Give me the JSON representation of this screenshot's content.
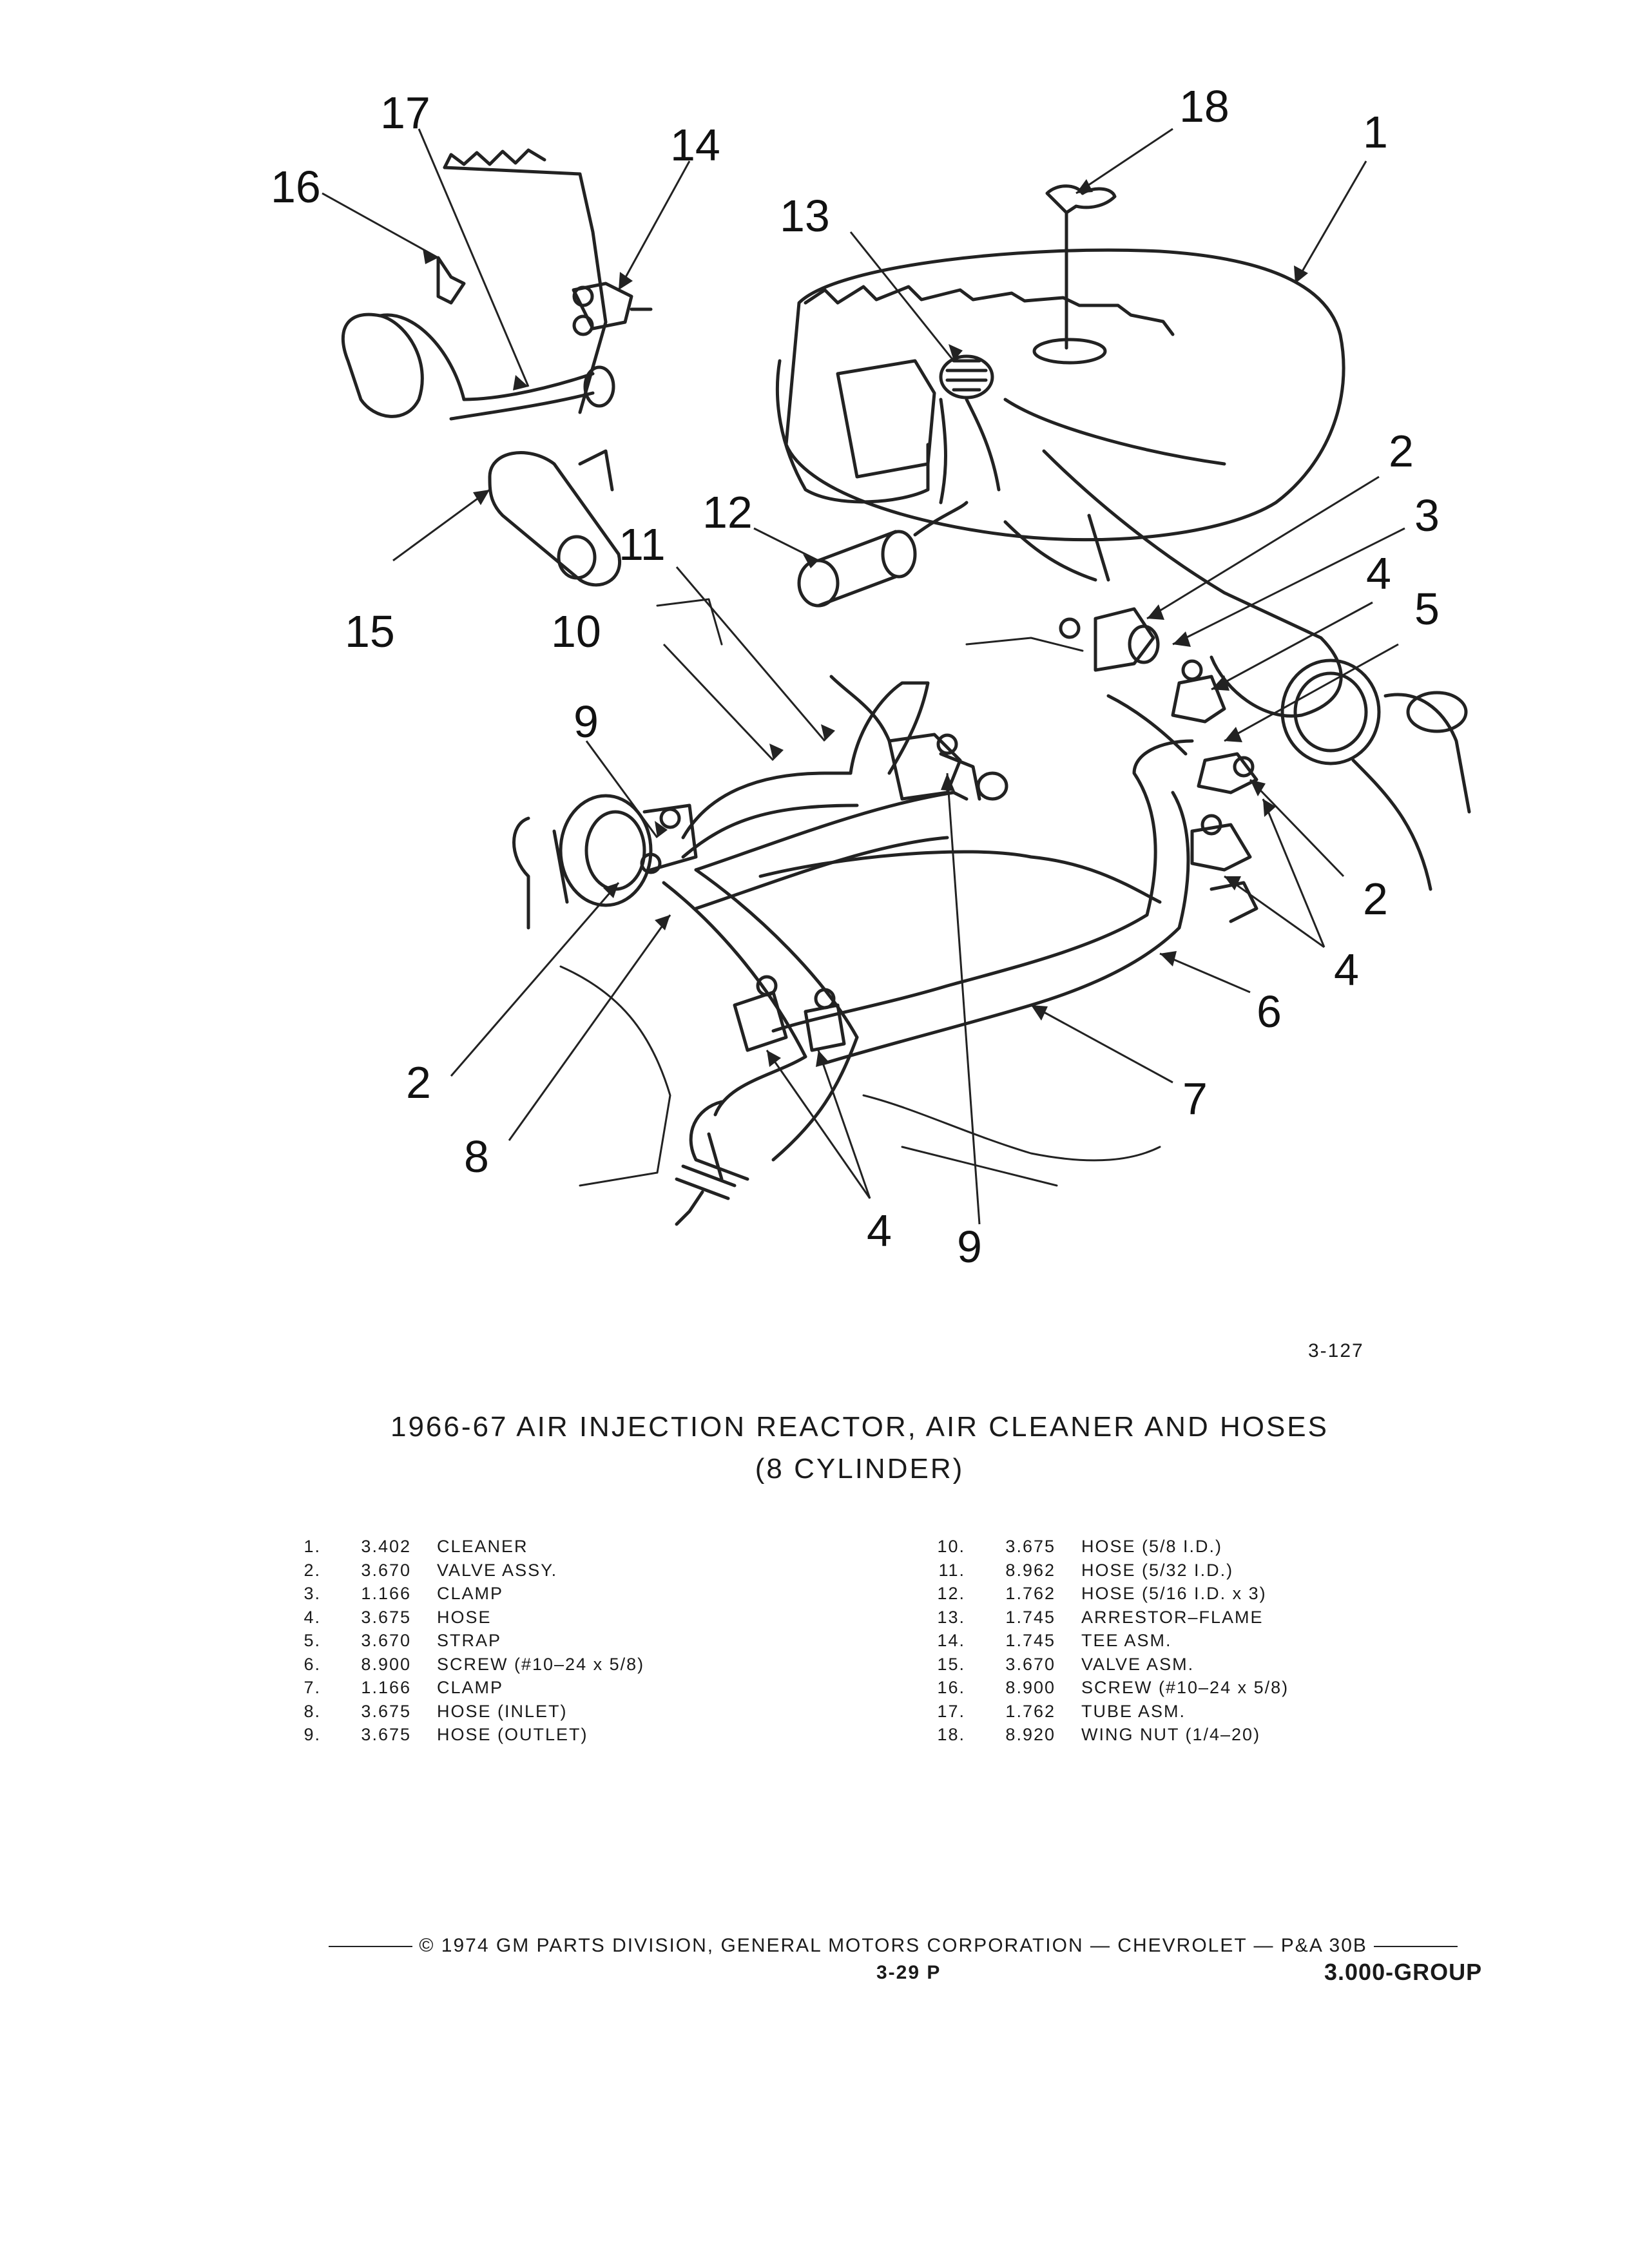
{
  "figure": {
    "callouts": [
      "1",
      "2",
      "3",
      "4",
      "5",
      "2",
      "4",
      "6",
      "7",
      "9",
      "4",
      "2",
      "8",
      "9",
      "10",
      "11",
      "12",
      "13",
      "14",
      "15",
      "16",
      "17",
      "18"
    ],
    "figure_number": "3-127"
  },
  "title": {
    "line1": "1966-67 AIR INJECTION REACTOR, AIR CLEANER AND HOSES",
    "line2": "(8 CYLINDER)"
  },
  "parts_left": [
    {
      "num": "1.",
      "code": "3.402",
      "desc": "CLEANER"
    },
    {
      "num": "2.",
      "code": "3.670",
      "desc": "VALVE ASSY."
    },
    {
      "num": "3.",
      "code": "1.166",
      "desc": "CLAMP"
    },
    {
      "num": "4.",
      "code": "3.675",
      "desc": "HOSE"
    },
    {
      "num": "5.",
      "code": "3.670",
      "desc": "STRAP"
    },
    {
      "num": "6.",
      "code": "8.900",
      "desc": "SCREW (#10–24 x 5/8)"
    },
    {
      "num": "7.",
      "code": "1.166",
      "desc": "CLAMP"
    },
    {
      "num": "8.",
      "code": "3.675",
      "desc": "HOSE (INLET)"
    },
    {
      "num": "9.",
      "code": "3.675",
      "desc": "HOSE (OUTLET)"
    }
  ],
  "parts_right": [
    {
      "num": "10.",
      "code": "3.675",
      "desc": "HOSE (5/8 I.D.)"
    },
    {
      "num": "11.",
      "code": "8.962",
      "desc": "HOSE (5/32 I.D.)"
    },
    {
      "num": "12.",
      "code": "1.762",
      "desc": "HOSE (5/16 I.D. x 3)"
    },
    {
      "num": "13.",
      "code": "1.745",
      "desc": "ARRESTOR–FLAME"
    },
    {
      "num": "14.",
      "code": "1.745",
      "desc": "TEE ASM."
    },
    {
      "num": "15.",
      "code": "3.670",
      "desc": "VALVE ASM."
    },
    {
      "num": "16.",
      "code": "8.900",
      "desc": "SCREW (#10–24 x 5/8)"
    },
    {
      "num": "17.",
      "code": "1.762",
      "desc": "TUBE ASM."
    },
    {
      "num": "18.",
      "code": "8.920",
      "desc": "WING NUT (1/4–20)"
    }
  ],
  "footer": {
    "copyright": "© 1974 GM PARTS DIVISION, GENERAL MOTORS CORPORATION — CHEVROLET — P&A 30B",
    "page": "3-29 P",
    "group": "3.000-GROUP"
  }
}
